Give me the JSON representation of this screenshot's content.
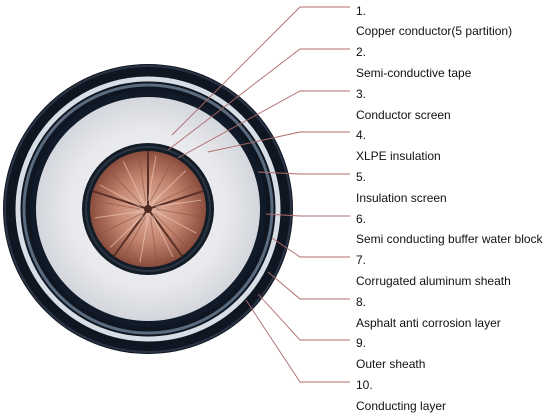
{
  "labels": [
    {
      "number": "1.",
      "text": "Copper conductor(5 partition)"
    },
    {
      "number": "2.",
      "text": "Semi-conductive tape"
    },
    {
      "number": "3.",
      "text": "Conductor screen"
    },
    {
      "number": "4.",
      "text": "XLPE insulation"
    },
    {
      "number": "5.",
      "text": "Insulation screen"
    },
    {
      "number": "6.",
      "text": "Semi conducting buffer water block"
    },
    {
      "number": "7.",
      "text": "Corrugated aluminum sheath"
    },
    {
      "number": "8.",
      "text": "Asphalt anti corrosion layer"
    },
    {
      "number": "9.",
      "text": "Outer sheath"
    },
    {
      "number": "10.",
      "text": "Conducting layer"
    }
  ],
  "colors": {
    "leader_line": "#b06a6a",
    "outer_sheath": "#0f1622",
    "aluminum": "#d7dee6",
    "insulation": "#e9eaee",
    "copper": "#b8735c"
  }
}
